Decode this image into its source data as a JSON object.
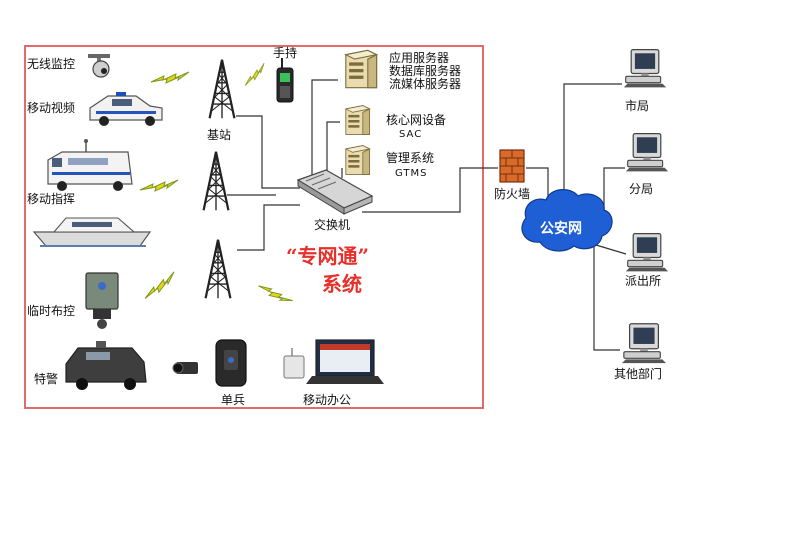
{
  "diagram": {
    "border_color": "#e05a5a",
    "accent_red": "#e8302a",
    "cloud_color": "#1f5fd6",
    "lightning_color": "#e8d21a",
    "system_title_line1": "“专网通”",
    "system_title_line2": "系统",
    "devices": {
      "wireless_monitor": "无线监控",
      "mobile_video": "移动视频",
      "mobile_command": "移动指挥",
      "temporary_control": "临时布控",
      "special_police": "特警",
      "handheld": "手持",
      "base_station": "基站",
      "single_soldier": "单兵",
      "mobile_office": "移动办公"
    },
    "servers": {
      "app_server": "应用服务器",
      "db_server": "数据库服务器",
      "stream_server": "流媒体服务器",
      "core_network": "核心网设备",
      "core_code": "SAC",
      "management": "管理系统",
      "management_code": "GTMS"
    },
    "network": {
      "switch": "交换机",
      "firewall": "防火墙",
      "public_security_net": "公安网"
    },
    "endpoints": {
      "city_bureau": "市局",
      "branch_bureau": "分局",
      "police_station": "派出所",
      "other_departments": "其他部门"
    }
  }
}
